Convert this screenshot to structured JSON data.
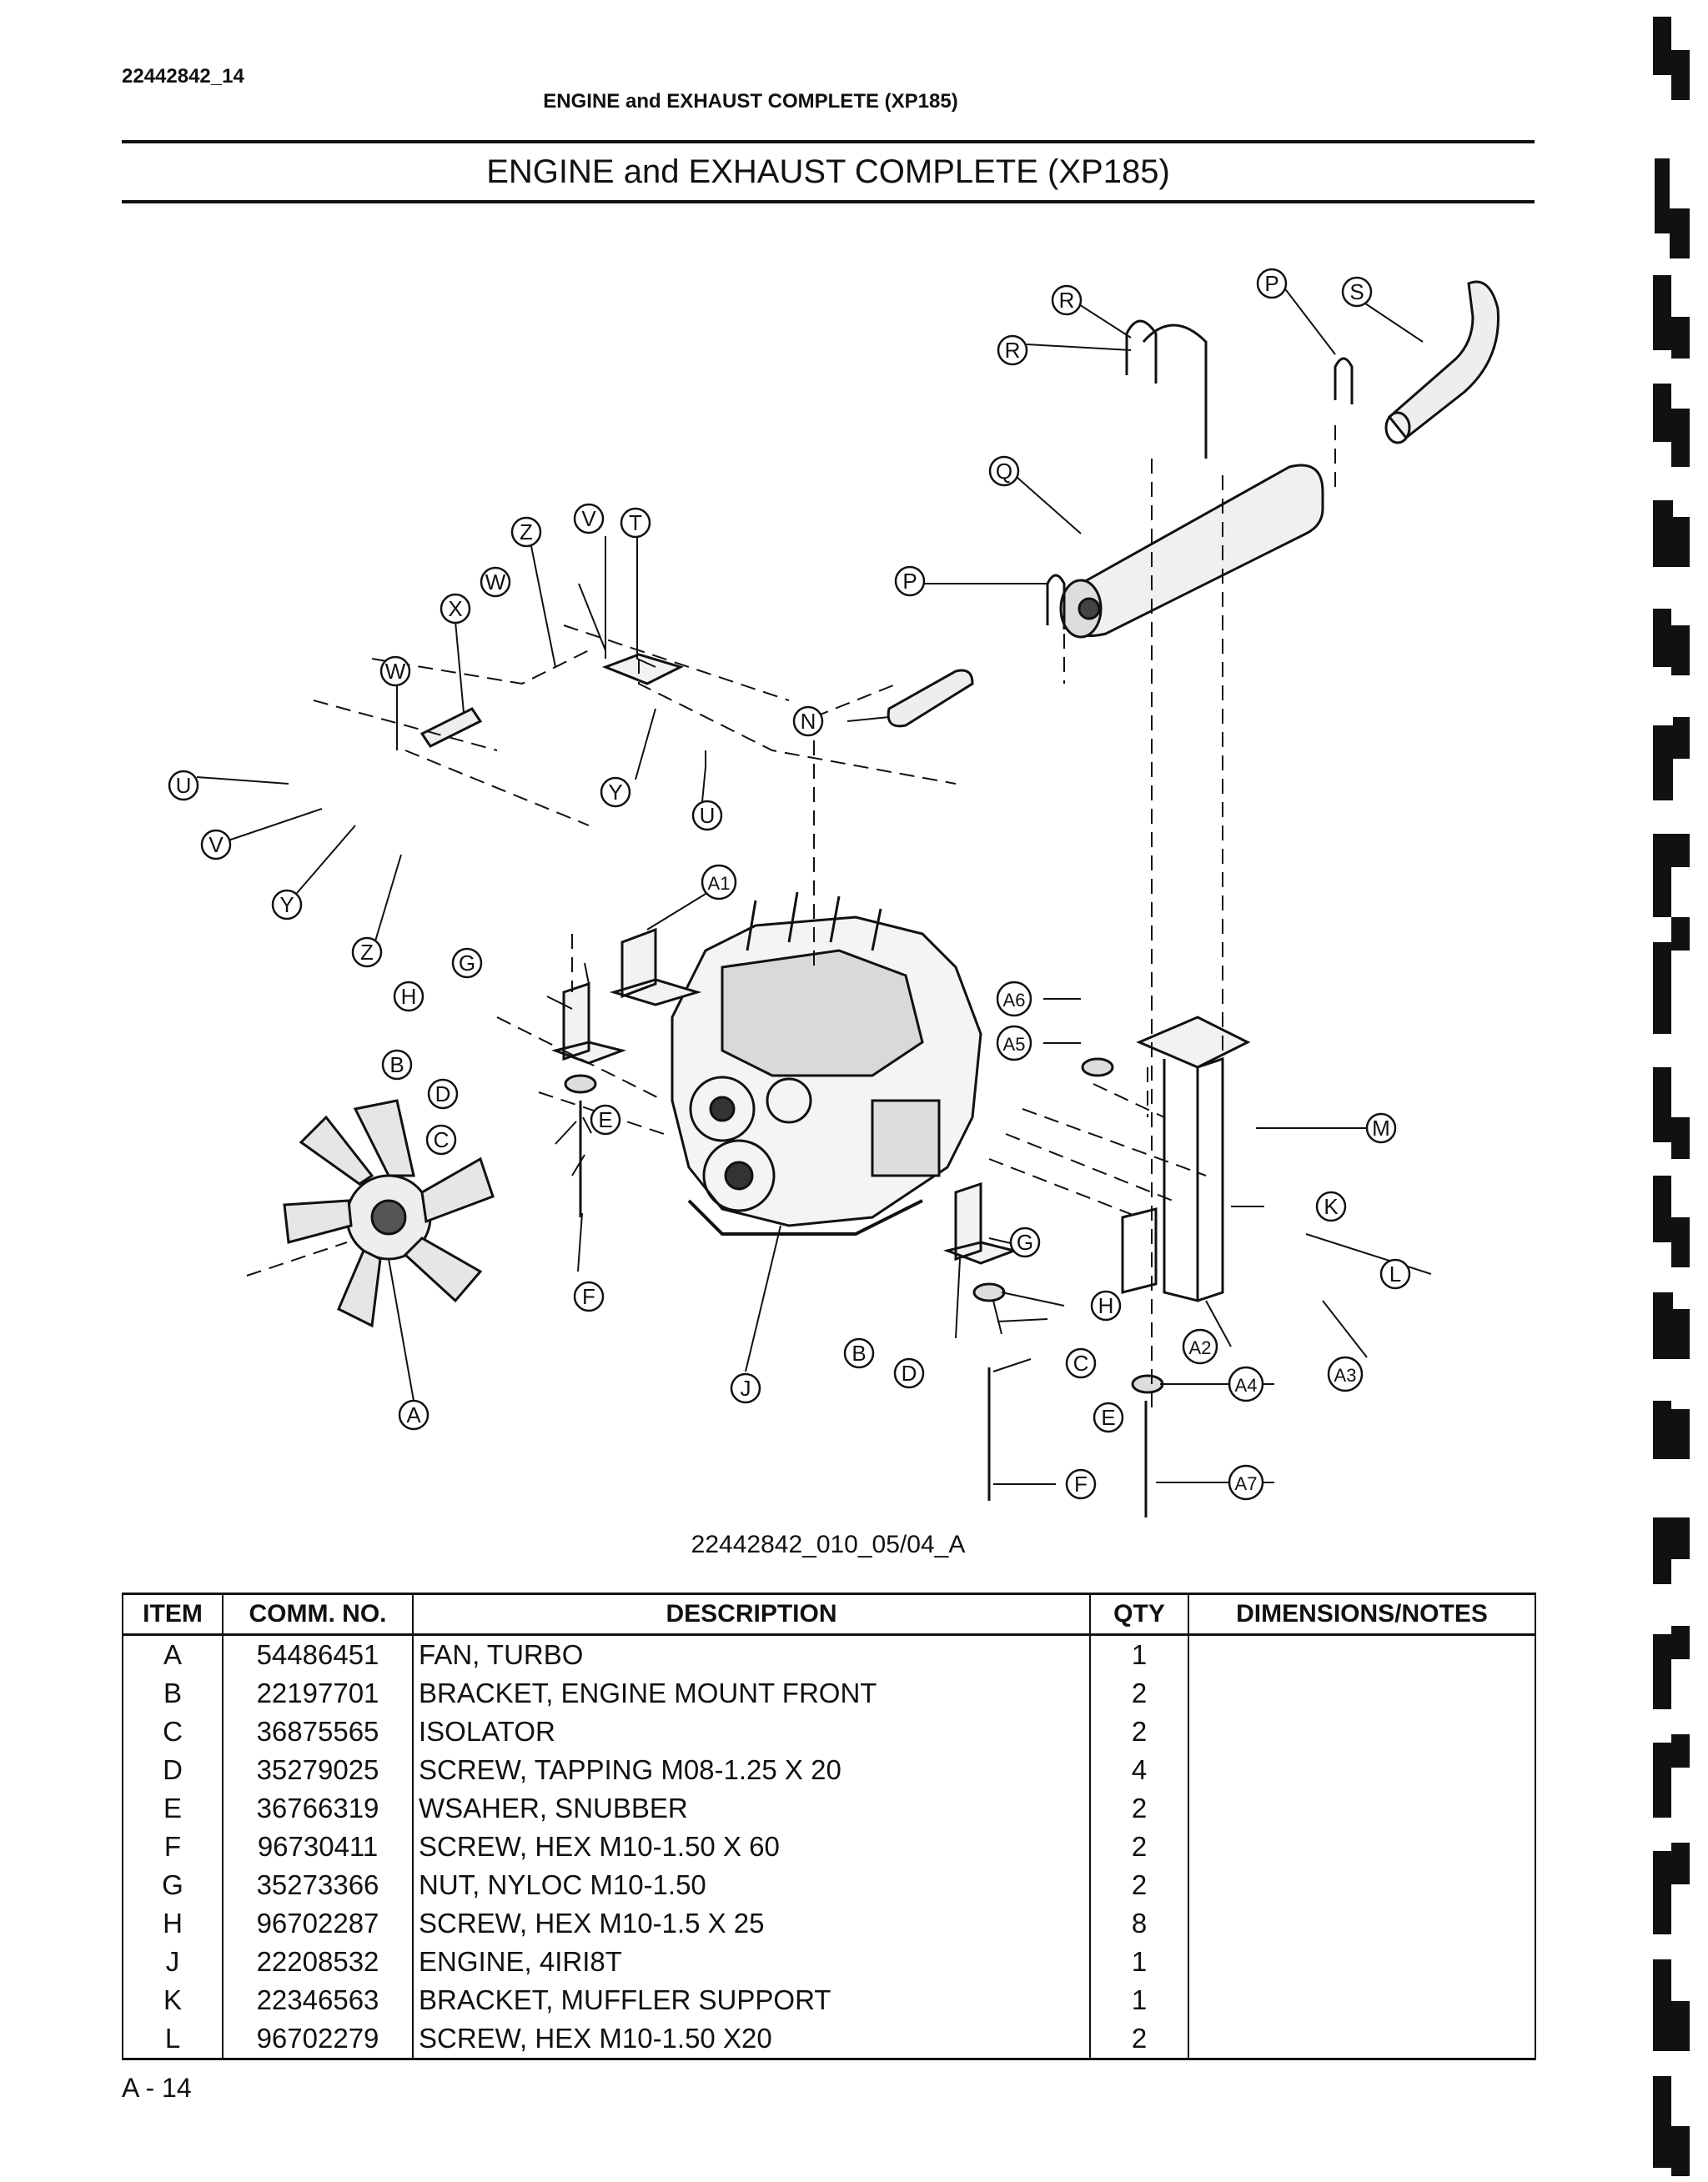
{
  "header": {
    "doc_number": "22442842_14",
    "running_title": "ENGINE and EXHAUST COMPLETE (XP185)",
    "page_title": "ENGINE and EXHAUST COMPLETE (XP185)"
  },
  "figure": {
    "id": "22442842_010_05/04_A",
    "callouts": [
      "A",
      "B",
      "C",
      "D",
      "E",
      "F",
      "G",
      "H",
      "J",
      "K",
      "L",
      "M",
      "N",
      "P",
      "Q",
      "R",
      "S",
      "T",
      "U",
      "V",
      "W",
      "X",
      "Y",
      "Z",
      "A1",
      "A2",
      "A3",
      "A4",
      "A5",
      "A6",
      "A7"
    ]
  },
  "table": {
    "headers": [
      "ITEM",
      "COMM. NO.",
      "DESCRIPTION",
      "QTY",
      "DIMENSIONS/NOTES"
    ],
    "rows": [
      {
        "item": "A",
        "comm_no": "54486451",
        "description": "FAN, TURBO",
        "qty": "1",
        "notes": ""
      },
      {
        "item": "B",
        "comm_no": "22197701",
        "description": "BRACKET, ENGINE MOUNT FRONT",
        "qty": "2",
        "notes": ""
      },
      {
        "item": "C",
        "comm_no": "36875565",
        "description": "ISOLATOR",
        "qty": "2",
        "notes": ""
      },
      {
        "item": "D",
        "comm_no": "35279025",
        "description": "SCREW, TAPPING M08-1.25 X 20",
        "qty": "4",
        "notes": ""
      },
      {
        "item": "E",
        "comm_no": "36766319",
        "description": "WSAHER, SNUBBER",
        "qty": "2",
        "notes": ""
      },
      {
        "item": "F",
        "comm_no": "96730411",
        "description": "SCREW, HEX M10-1.50 X 60",
        "qty": "2",
        "notes": ""
      },
      {
        "item": "G",
        "comm_no": "35273366",
        "description": "NUT, NYLOC M10-1.50",
        "qty": "2",
        "notes": ""
      },
      {
        "item": "H",
        "comm_no": "96702287",
        "description": "SCREW, HEX M10-1.5 X 25",
        "qty": "8",
        "notes": ""
      },
      {
        "item": "J",
        "comm_no": "22208532",
        "description": "ENGINE, 4IRI8T",
        "qty": "1",
        "notes": ""
      },
      {
        "item": "K",
        "comm_no": "22346563",
        "description": "BRACKET, MUFFLER SUPPORT",
        "qty": "1",
        "notes": ""
      },
      {
        "item": "L",
        "comm_no": "96702279",
        "description": "SCREW, HEX M10-1.50 X20",
        "qty": "2",
        "notes": ""
      }
    ]
  },
  "footer": {
    "page_number": "A - 14"
  }
}
